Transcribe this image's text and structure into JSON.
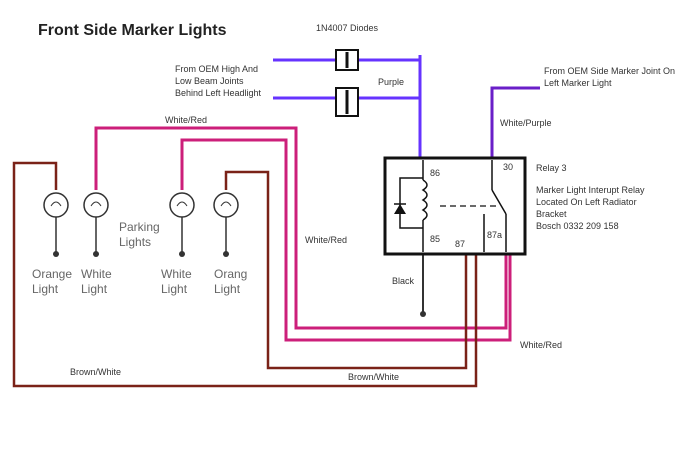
{
  "title": "Front Side Marker Lights",
  "labels": {
    "diodes": "1N4007 Diodes",
    "purple": "Purple",
    "oem_beam_line1": "From OEM High And",
    "oem_beam_line2": "Low Beam Joints",
    "oem_beam_line3": "Behind Left Headlight",
    "oem_marker_line1": "From OEM Side Marker Joint On",
    "oem_marker_line2": "Left Marker Light",
    "white_purple": "White/Purple",
    "white_red_top": "White/Red",
    "white_red_mid": "White/Red",
    "white_red_bottom": "White/Red",
    "relay_name": "Relay 3",
    "relay_desc_line1": "Marker Light Interupt Relay",
    "relay_desc_line2": "Located On Left Radiator",
    "relay_desc_line3": "Bracket",
    "relay_desc_line4": "Bosch 0332 209 158",
    "black": "Black",
    "brown_white_left": "Brown/White",
    "brown_white_right": "Brown/White",
    "parking_line1": "Parking",
    "parking_line2": "Lights",
    "pin_86": "86",
    "pin_85": "85",
    "pin_30": "30",
    "pin_87": "87",
    "pin_87a": "87a"
  },
  "lights": [
    {
      "line1": "Orange",
      "line2": "Light"
    },
    {
      "line1": "White",
      "line2": "Light"
    },
    {
      "line1": "White",
      "line2": "Light"
    },
    {
      "line1": "Orang",
      "line2": "Light"
    }
  ],
  "colors": {
    "purple_wire": "#6633ff",
    "white_purple_wire": "#6a1fc8",
    "white_red_wire": "#cc1f7a",
    "brown_wire": "#7a2218",
    "black_wire": "#333333",
    "relay_box": "#111111"
  }
}
